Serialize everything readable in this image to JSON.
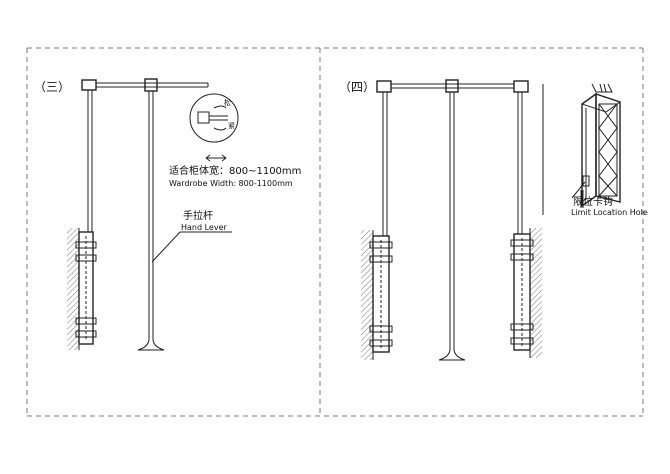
{
  "panels": [
    {
      "label": "（三）",
      "width_label_cn": "适合柜体宽：800~1100mm",
      "width_label_en": "Wardrobe Width: 800-1100mm",
      "lever_label_cn": "手拉杆",
      "lever_label_en": "Hand Lever",
      "loosen_label": "松",
      "tighten_label": "紧"
    },
    {
      "label": "（四）",
      "hole_label_cn": "限位卡钩",
      "hole_label_en": "Limit Location Hole"
    }
  ]
}
